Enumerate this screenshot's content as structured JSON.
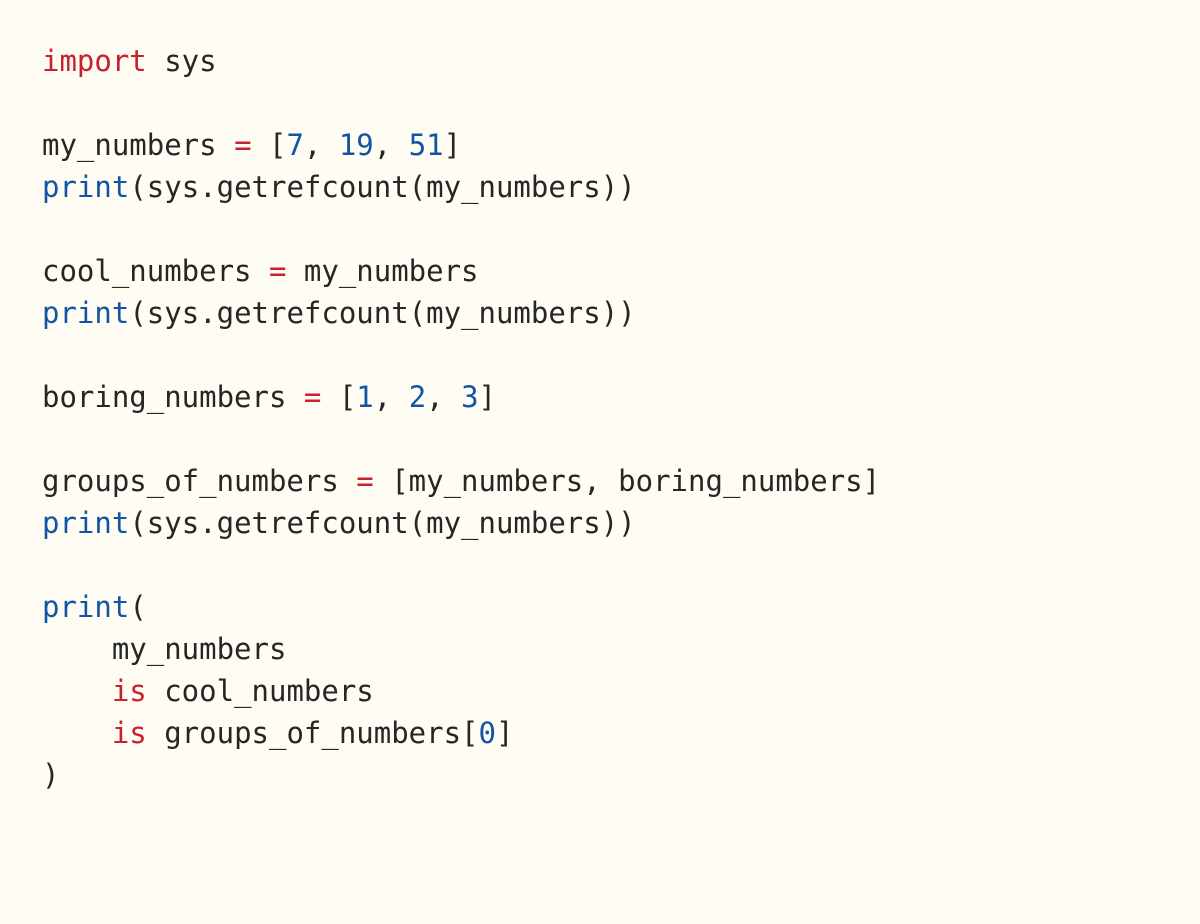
{
  "theme": {
    "background": "#fffcf4",
    "text": "#262626",
    "keyword": "#c8202f",
    "builtin_and_number": "#1255a3"
  },
  "code": {
    "language": "python",
    "lines": [
      [
        {
          "t": "import",
          "c": "kw"
        },
        {
          "t": " sys",
          "c": "txt"
        }
      ],
      [],
      [
        {
          "t": "my_numbers ",
          "c": "txt"
        },
        {
          "t": "=",
          "c": "op"
        },
        {
          "t": " [",
          "c": "txt"
        },
        {
          "t": "7",
          "c": "num"
        },
        {
          "t": ", ",
          "c": "txt"
        },
        {
          "t": "19",
          "c": "num"
        },
        {
          "t": ", ",
          "c": "txt"
        },
        {
          "t": "51",
          "c": "num"
        },
        {
          "t": "]",
          "c": "txt"
        }
      ],
      [
        {
          "t": "print",
          "c": "fn"
        },
        {
          "t": "(sys.getrefcount(my_numbers))",
          "c": "txt"
        }
      ],
      [],
      [
        {
          "t": "cool_numbers ",
          "c": "txt"
        },
        {
          "t": "=",
          "c": "op"
        },
        {
          "t": " my_numbers",
          "c": "txt"
        }
      ],
      [
        {
          "t": "print",
          "c": "fn"
        },
        {
          "t": "(sys.getrefcount(my_numbers))",
          "c": "txt"
        }
      ],
      [],
      [
        {
          "t": "boring_numbers ",
          "c": "txt"
        },
        {
          "t": "=",
          "c": "op"
        },
        {
          "t": " [",
          "c": "txt"
        },
        {
          "t": "1",
          "c": "num"
        },
        {
          "t": ", ",
          "c": "txt"
        },
        {
          "t": "2",
          "c": "num"
        },
        {
          "t": ", ",
          "c": "txt"
        },
        {
          "t": "3",
          "c": "num"
        },
        {
          "t": "]",
          "c": "txt"
        }
      ],
      [],
      [
        {
          "t": "groups_of_numbers ",
          "c": "txt"
        },
        {
          "t": "=",
          "c": "op"
        },
        {
          "t": " [my_numbers, boring_numbers]",
          "c": "txt"
        }
      ],
      [
        {
          "t": "print",
          "c": "fn"
        },
        {
          "t": "(sys.getrefcount(my_numbers))",
          "c": "txt"
        }
      ],
      [],
      [
        {
          "t": "print",
          "c": "fn"
        },
        {
          "t": "(",
          "c": "txt"
        }
      ],
      [
        {
          "t": "    my_numbers",
          "c": "txt"
        }
      ],
      [
        {
          "t": "    ",
          "c": "txt"
        },
        {
          "t": "is",
          "c": "kw"
        },
        {
          "t": " cool_numbers",
          "c": "txt"
        }
      ],
      [
        {
          "t": "    ",
          "c": "txt"
        },
        {
          "t": "is",
          "c": "kw"
        },
        {
          "t": " groups_of_numbers[",
          "c": "txt"
        },
        {
          "t": "0",
          "c": "num"
        },
        {
          "t": "]",
          "c": "txt"
        }
      ],
      [
        {
          "t": ")",
          "c": "txt"
        }
      ]
    ]
  }
}
